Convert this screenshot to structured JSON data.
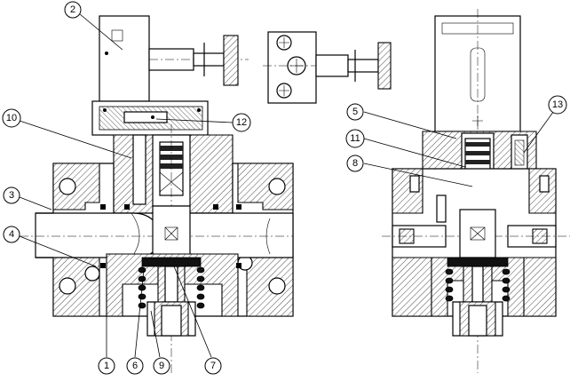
{
  "callouts": {
    "c1": "1",
    "c2": "2",
    "c3": "3",
    "c4": "4",
    "c5": "5",
    "c6": "6",
    "c7": "7",
    "c8": "8",
    "c9": "9",
    "c10": "10",
    "c11": "11",
    "c12": "12",
    "c13": "13"
  },
  "colors": {
    "line": "#000000",
    "background": "#ffffff",
    "hatch": "#000000"
  }
}
